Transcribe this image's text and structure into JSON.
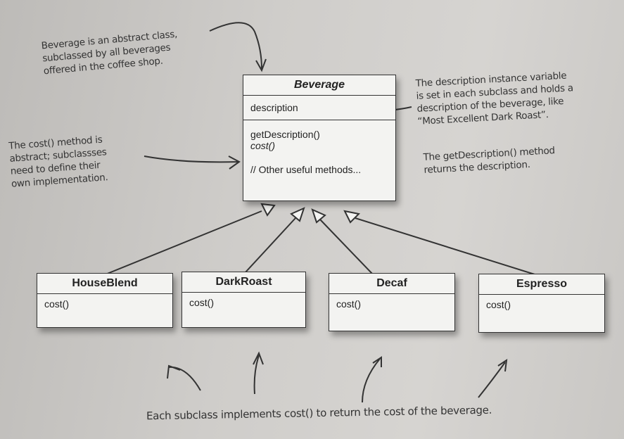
{
  "beverage": {
    "name": "Beverage",
    "attribute": "description",
    "methods": [
      "getDescription()",
      "cost()"
    ],
    "other": "// Other useful methods..."
  },
  "subclasses": [
    {
      "name": "HouseBlend",
      "method": "cost()"
    },
    {
      "name": "DarkRoast",
      "method": "cost()"
    },
    {
      "name": "Decaf",
      "method": "cost()"
    },
    {
      "name": "Espresso",
      "method": "cost()"
    }
  ],
  "notes": {
    "abstract": "Beverage is an abstract class,\nsubclassed by all beverages\noffered in the coffee shop.",
    "description": "The description instance variable\nis set in each subclass and holds a\ndescription of the beverage, like\n“Most Excellent Dark Roast”.",
    "getdesc": "The getDescription() method\nreturns the description.",
    "cost": "The cost() method is\nabstract; subclassses\nneed to define their\nown implementation.",
    "bottom": "Each subclass implements cost() to return the cost of the beverage."
  }
}
